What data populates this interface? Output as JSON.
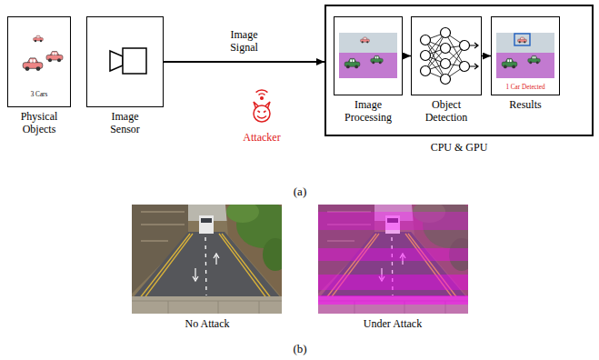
{
  "diagram": {
    "nodes": [
      {
        "text": [
          "3 Cars",
          "Physical Objects"
        ]
      },
      {
        "text": [
          "Image Sensor"
        ]
      },
      {
        "text": [
          "CPU & GPU"
        ]
      },
      {
        "text": [
          "Image Processing"
        ],
        "in": 2
      },
      {
        "text": [
          "Object Detection"
        ],
        "in": 2
      },
      {
        "text": [
          "1 Car Detected",
          "Results"
        ],
        "in": 2
      }
    ],
    "edges": [
      {
        "from": 1,
        "to": 2,
        "label": "Image Signal",
        "arrow": "to"
      },
      {
        "from": 3,
        "to": 4,
        "arrow": "to"
      },
      {
        "from": 4,
        "to": 5,
        "arrow": "to"
      }
    ],
    "labels": [
      "Attacker",
      "(a)",
      "No Attack",
      "Under Attack",
      "(b)"
    ]
  }
}
